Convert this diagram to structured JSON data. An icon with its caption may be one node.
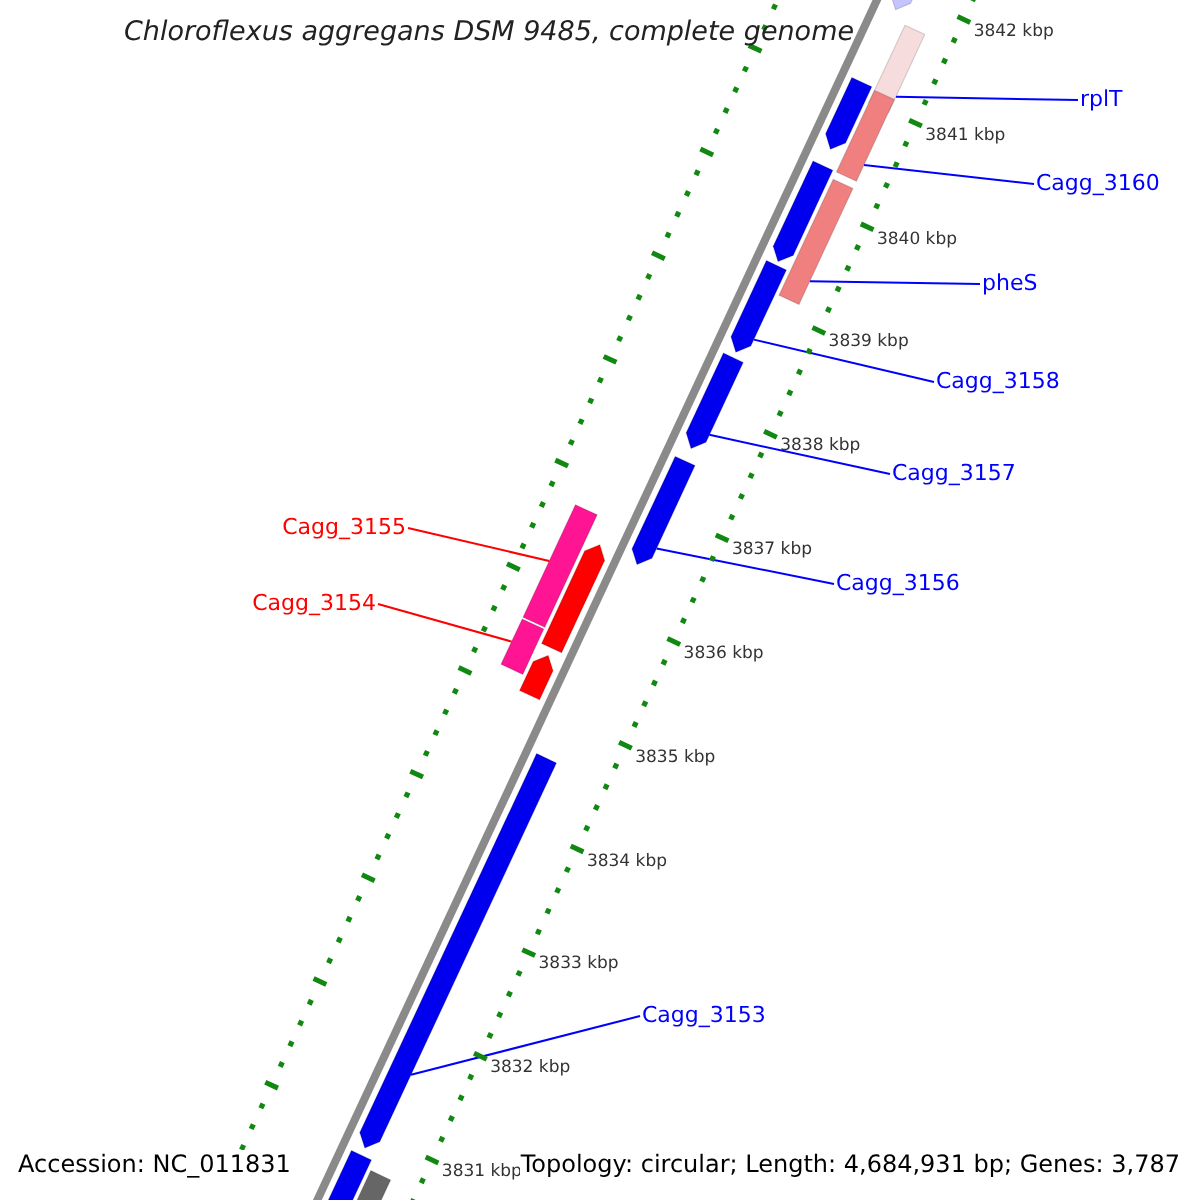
{
  "diagram": {
    "title": "Chloroflexus aggregans DSM 9485, complete genome",
    "nodes": [
      {
        "text": [
          "rplT"
        ]
      },
      {
        "text": [
          "Cagg_3160"
        ]
      },
      {
        "text": [
          "pheS"
        ]
      },
      {
        "text": [
          "Cagg_3158"
        ]
      },
      {
        "text": [
          "Cagg_3157"
        ]
      },
      {
        "text": [
          "Cagg_3156"
        ]
      },
      {
        "text": [
          "Cagg_3155"
        ]
      },
      {
        "text": [
          "Cagg_3154"
        ]
      },
      {
        "text": [
          "Cagg_3153"
        ]
      },
      {
        "text": [],
        "shape": "bar"
      },
      {
        "text": [],
        "shape": "bar"
      },
      {
        "text": [],
        "shape": "bar"
      },
      {
        "text": [],
        "shape": "bar"
      },
      {
        "text": [],
        "shape": "bar"
      },
      {
        "text": [],
        "shape": "bar"
      },
      {
        "text": [],
        "shape": "bar"
      },
      {
        "text": [],
        "shape": "bar"
      },
      {
        "text": [],
        "shape": "bar"
      },
      {
        "text": [],
        "shape": "bar"
      },
      {
        "text": [],
        "shape": "bar"
      },
      {
        "text": [],
        "shape": "bar"
      },
      {
        "text": [],
        "shape": "bar"
      },
      {
        "text": [],
        "shape": "bar"
      },
      {
        "text": [],
        "shape": "bar"
      },
      {
        "text": [],
        "shape": "bar"
      }
    ],
    "edges": [
      {
        "from": 0,
        "to": 10,
        "arrow": "none"
      },
      {
        "from": 1,
        "to": 12,
        "arrow": "none"
      },
      {
        "from": 2,
        "to": 14,
        "arrow": "none"
      },
      {
        "from": 3,
        "to": 15,
        "arrow": "none"
      },
      {
        "from": 4,
        "to": 16,
        "arrow": "none"
      },
      {
        "from": 5,
        "to": 17,
        "arrow": "none"
      },
      {
        "from": 6,
        "to": 18,
        "arrow": "none",
        "color": "#ff0000"
      },
      {
        "from": 7,
        "to": 20,
        "arrow": "none",
        "color": "#ff0000"
      },
      {
        "from": 8,
        "to": 22,
        "arrow": "none"
      }
    ],
    "labels": [
      "3842 kbp",
      "3841 kbp",
      "3840 kbp",
      "3839 kbp",
      "3838 kbp",
      "3837 kbp",
      "3836 kbp",
      "3835 kbp",
      "3834 kbp",
      "3833 kbp",
      "3832 kbp",
      "3831 kbp",
      "Accession: NC_011831",
      "Topology: circular; Length: 4,684,931 bp; Genes: 3,787"
    ]
  }
}
